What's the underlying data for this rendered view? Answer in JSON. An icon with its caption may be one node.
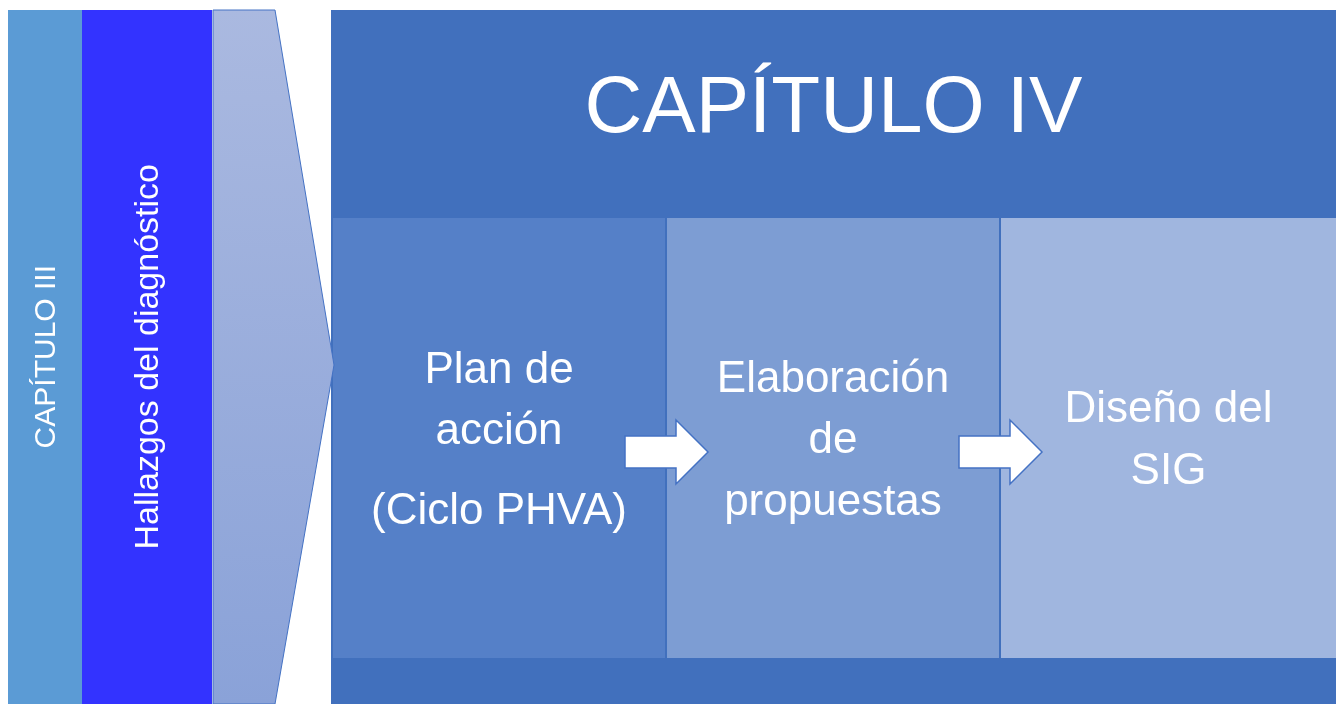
{
  "diagram": {
    "nodes": [
      {
        "text": [
          "CAPÍTULO III"
        ]
      },
      {
        "text": [
          "Hallazgos del diagnóstico"
        ]
      },
      {
        "text": [
          "CAPÍTULO IV"
        ]
      },
      {
        "text": [
          "Plan de acción",
          "(Ciclo PHVA)"
        ],
        "in": 2
      },
      {
        "text": [
          "Elaboración de propuestas"
        ],
        "in": 2
      },
      {
        "text": [
          "Diseño del SIG"
        ],
        "in": 2
      }
    ],
    "edges": [
      {
        "from": 1,
        "to": 2,
        "arrow": "to"
      },
      {
        "from": 3,
        "to": 4,
        "arrow": "to"
      },
      {
        "from": 4,
        "to": 5,
        "arrow": "to"
      }
    ]
  }
}
